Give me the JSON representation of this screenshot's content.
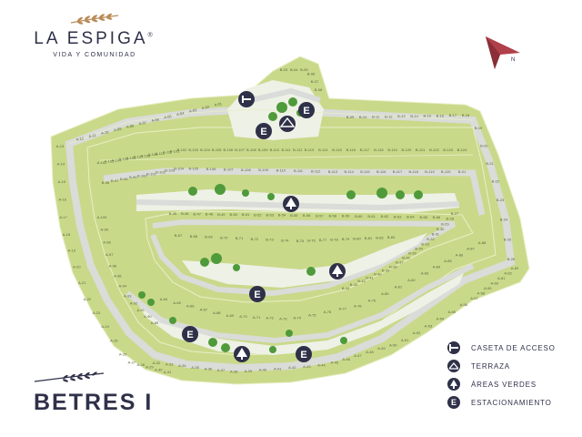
{
  "brand": {
    "title": "LA ESPIGA",
    "registered": "®",
    "subtitle": "VIDA Y COMUNIDAD"
  },
  "phase": {
    "title": "BETRES I"
  },
  "compass": {
    "label": "N"
  },
  "legend": [
    {
      "icon": "gate-icon",
      "label": "CASETA DE ACCESO"
    },
    {
      "icon": "terrace-icon",
      "label": "TERRAZA"
    },
    {
      "icon": "tree-icon",
      "label": "ÁREAS VERDES"
    },
    {
      "icon": "parking-icon",
      "label": "ESTACIONAMIENTO"
    }
  ],
  "colors": {
    "navy": "#2f3149",
    "lot_green": "#c9d98a",
    "lot_border": "#e8efc6",
    "road": "#d9dcd8",
    "median": "#eef1e6",
    "tree": "#4f9a3a",
    "compass": "#b0404a",
    "wheat": "#b98a56"
  },
  "lots": {
    "north_strip": [
      "B-03",
      "B-04",
      "B-05",
      "B-06",
      "B-07",
      "B-08"
    ],
    "top_row": [
      "B-09",
      "B-10",
      "B-11",
      "B-12",
      "B-13",
      "B-14",
      "B-15",
      "B-16",
      "B-17",
      "B-18"
    ],
    "east_column": [
      "B-19",
      "B-20",
      "B-21",
      "B-22",
      "B-23",
      "B-24",
      "B-25",
      "B-26"
    ],
    "west_top_row": [
      "A-12",
      "A-11",
      "A-10",
      "A-09",
      "A-08",
      "A-07",
      "A-06",
      "A-05",
      "A-04",
      "A-03",
      "A-02",
      "A-01"
    ],
    "west_column": [
      "A-13",
      "A-14",
      "A-15",
      "A-16",
      "A-17",
      "A-18",
      "A-19",
      "A-20",
      "A-21",
      "A-22",
      "A-23",
      "A-24",
      "A-25",
      "A-26",
      "A-27",
      "A-28",
      "A-29",
      "A-30",
      "A-31"
    ],
    "row_2": [
      "A-102",
      "A-103",
      "A-104",
      "A-105",
      "A-106",
      "A-107",
      "A-108",
      "A-109",
      "A-110",
      "A-111",
      "B-101",
      "B-102",
      "B-103",
      "B-104",
      "B-105",
      "B-106",
      "B-107",
      "B-108",
      "B-109",
      "B-110",
      "B-111",
      "B-112",
      "B-113",
      "B-114",
      "B-115",
      "B-116",
      "B-117",
      "B-118",
      "B-119",
      "B-120",
      "B-121",
      "B-122",
      "B-123",
      "B-124"
    ],
    "row_3": [
      "B-96",
      "B-97",
      "B-98",
      "B-99",
      "B-100",
      "B-101",
      "B-102",
      "B-103",
      "B-104",
      "B-105",
      "B-106",
      "B-107",
      "B-108",
      "B-109",
      "B-110",
      "B-111",
      "B-112",
      "B-113",
      "B-114",
      "B-115",
      "B-116",
      "B-117",
      "B-118",
      "B-119",
      "B-120",
      "B-01"
    ],
    "inner_west": [
      "A-100",
      "A-99",
      "A-98",
      "A-97",
      "A-96",
      "A-95",
      "A-94",
      "A-93",
      "A-92",
      "A-91",
      "A-90",
      "A-89"
    ],
    "inner_row_a": [
      "B-45",
      "B-46",
      "B-47",
      "B-48",
      "B-49",
      "B-50",
      "B-51",
      "B-52",
      "B-53",
      "B-54",
      "B-55",
      "B-56",
      "B-57",
      "B-58",
      "B-59",
      "B-60",
      "B-61",
      "B-62",
      "B-63",
      "B-64",
      "B-65",
      "B-66"
    ],
    "inner_row_b": [
      "B-67",
      "B-68",
      "B-69",
      "B-70",
      "B-71",
      "B-72",
      "B-73",
      "B-74",
      "B-75",
      "B-76",
      "B-77",
      "B-78",
      "B-79",
      "B-80",
      "B-81",
      "B-82",
      "B-83"
    ],
    "east_inner": [
      "B-27",
      "B-28",
      "B-29",
      "B-30",
      "B-31",
      "B-32",
      "B-33",
      "B-34",
      "B-35",
      "B-36",
      "B-37",
      "B-38",
      "B-39",
      "B-40",
      "B-41",
      "B-42",
      "B-43",
      "B-44"
    ],
    "south_row_a": [
      "A-32",
      "A-33",
      "A-34",
      "A-35",
      "A-36",
      "A-37",
      "A-38",
      "A-39",
      "A-40",
      "A-41",
      "A-42",
      "A-43",
      "A-44",
      "A-45",
      "A-46",
      "A-47",
      "A-48",
      "A-49",
      "A-50",
      "A-51",
      "A-52",
      "A-53",
      "A-54",
      "A-55",
      "A-56",
      "A-57",
      "A-58",
      "A-59",
      "A-60",
      "A-61",
      "A-62",
      "A-63"
    ],
    "south_row_b": [
      "A-64",
      "A-65",
      "A-66",
      "A-67",
      "A-68",
      "A-69",
      "A-70",
      "A-71",
      "A-72",
      "A-73",
      "A-74",
      "A-75",
      "A-76",
      "A-77",
      "A-78",
      "A-79",
      "A-80",
      "A-81",
      "A-82",
      "A-83",
      "A-84",
      "A-85",
      "A-86",
      "A-87",
      "A-88"
    ]
  }
}
